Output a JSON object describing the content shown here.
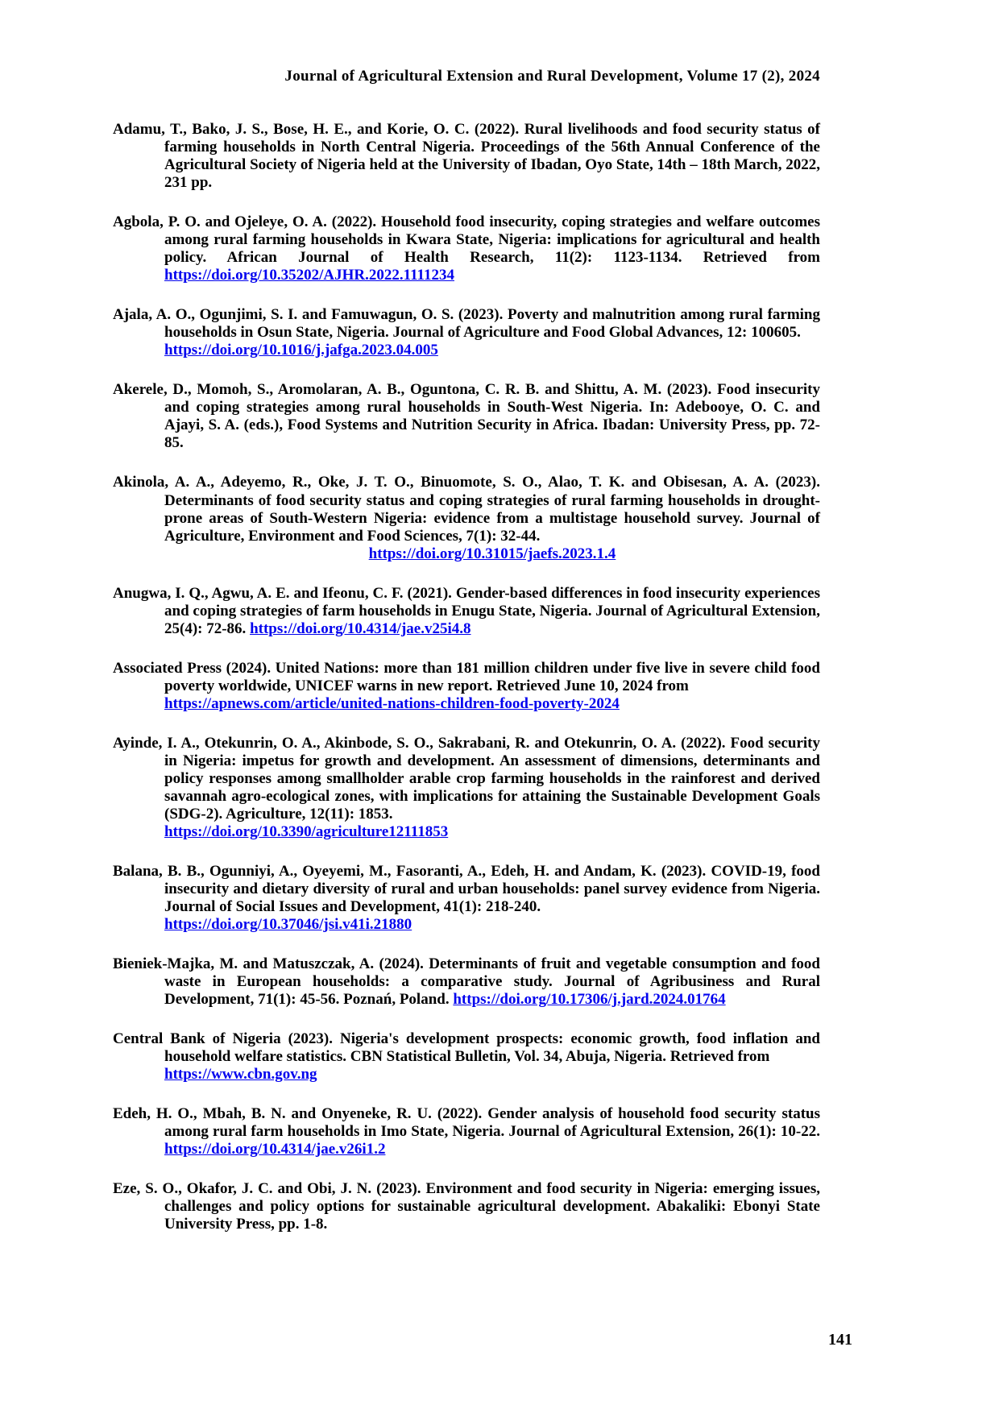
{
  "page": {
    "background_color": "#ffffff",
    "text_color": "#000000",
    "link_color": "#0202ee",
    "page_number": "141"
  },
  "header": {
    "running_title": "Journal of Agricultural Extension and Rural Development, Volume 17 (2), 2024"
  },
  "references": [
    {
      "text": "Adamu, T., Bako, J. S., Bose, H. E., and Korie, O. C. (2022). Rural livelihoods and food security status of farming households in North Central Nigeria. Proceedings of the 56th Annual Conference of the Agricultural Society of Nigeria held at the University of Ibadan, Oyo State, 14th – 18th March, 2022, 231 pp.",
      "link": "",
      "layout": "none"
    },
    {
      "text": "Agbola, P. O. and Ojeleye, O. A. (2022). Household food insecurity, coping strategies and welfare outcomes among rural farming households in Kwara State, Nigeria: implications for agricultural and health policy. African Journal of Health Research, 11(2): 1123-1134. Retrieved from ",
      "link": "https://doi.org/10.35202/AJHR.2022.1111234",
      "layout": "inline"
    },
    {
      "text": "Ajala, A. O., Ogunjimi, S. I. and Famuwagun, O. S. (2023). Poverty and malnutrition among rural farming households in Osun State, Nigeria. Journal of Agriculture and Food Global Advances, 12: 100605.",
      "link": "https://doi.org/10.1016/j.jafga.2023.04.005",
      "layout": "newline"
    },
    {
      "text": "Akerele, D., Momoh, S., Aromolaran, A. B., Oguntona, C. R. B. and Shittu, A. M. (2023). Food insecurity and coping strategies among rural households in South-West Nigeria. In: Adebooye, O. C. and Ajayi, S. A. (eds.), Food Systems and Nutrition Security in Africa. Ibadan: University Press, pp. 72-85.",
      "link": "",
      "layout": "none"
    },
    {
      "text": "Akinola, A. A., Adeyemo, R., Oke, J. T. O., Binuomote, S. O., Alao, T. K. and Obisesan, A. A. (2023). Determinants of food security status and coping strategies of rural farming households in drought-prone areas of South-Western Nigeria: evidence from a multistage household survey. Journal of Agriculture, Environment and Food Sciences, 7(1): 32-44.",
      "link": "https://doi.org/10.31015/jaefs.2023.1.4",
      "layout": "center"
    },
    {
      "text": "Anugwa, I. Q., Agwu, A. E. and Ifeonu, C. F. (2021). Gender-based differences in food insecurity experiences and coping strategies of farm households in Enugu State, Nigeria. Journal of Agricultural Extension, 25(4): 72-86. ",
      "link": "https://doi.org/10.4314/jae.v25i4.8",
      "layout": "inline"
    },
    {
      "text": "Associated Press (2024). United Nations: more than 181 million children under five live in severe child food poverty worldwide, UNICEF warns in new report. Retrieved June 10, 2024 from ",
      "link": "https://apnews.com/article/united-nations-children-food-poverty-2024",
      "layout": "newline"
    },
    {
      "text": "Ayinde, I. A., Otekunrin, O. A., Akinbode, S. O., Sakrabani, R. and Otekunrin, O. A. (2022). Food security in Nigeria: impetus for growth and development. An assessment of dimensions, determinants and policy responses among smallholder arable crop farming households in the rainforest and derived savannah agro-ecological zones, with implications for attaining the Sustainable Development Goals (SDG-2). Agriculture, 12(11): 1853. ",
      "link": "https://doi.org/10.3390/agriculture12111853",
      "layout": "newline"
    },
    {
      "text": "Balana, B. B., Ogunniyi, A., Oyeyemi, M., Fasoranti, A., Edeh, H. and Andam, K. (2023). COVID-19, food insecurity and dietary diversity of rural and urban households: panel survey evidence from Nigeria. Journal of Social Issues and Development, 41(1): 218-240. ",
      "link": "https://doi.org/10.37046/jsi.v41i.21880",
      "layout": "newline"
    },
    {
      "text": "Bieniek-Majka, M. and Matuszczak, A. (2024). Determinants of fruit and vegetable consumption and food waste in European households: a comparative study. Journal of Agribusiness and Rural Development, 71(1): 45-56. Poznań, Poland. ",
      "link": "https://doi.org/10.17306/j.jard.2024.01764",
      "layout": "inline"
    },
    {
      "text": "Central Bank of Nigeria (2023). Nigeria's development prospects: economic growth, food inflation and household welfare statistics. CBN Statistical Bulletin, Vol. 34, Abuja, Nigeria. Retrieved from ",
      "link": "https://www.cbn.gov.ng",
      "layout": "newline"
    },
    {
      "text": "Edeh, H. O., Mbah, B. N. and Onyeneke, R. U. (2022). Gender analysis of household food security status among rural farm households in Imo State, Nigeria. Journal of Agricultural Extension, 26(1): 10-22. ",
      "link": "https://doi.org/10.4314/jae.v26i1.2",
      "layout": "inline"
    },
    {
      "text": "Eze, S. O., Okafor, J. C. and Obi, J. N. (2023). Environment and food security in Nigeria: emerging issues, challenges and policy options for sustainable agricultural development. Abakaliki: Ebonyi State University Press, pp. 1-8.",
      "link": "",
      "layout": "none"
    }
  ]
}
